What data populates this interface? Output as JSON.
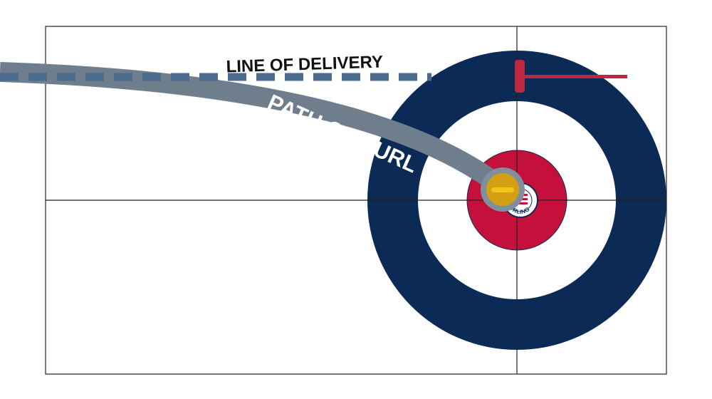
{
  "labels": {
    "line_of_delivery": "LINE OF DELIVERY",
    "path_of_curl": "PATH OF CURL",
    "logo_text": "CURLING"
  },
  "colors": {
    "rink_border": "#222222",
    "outer_ring": "#0b2a55",
    "middle_ring": "#ffffff",
    "button": "#c4103a",
    "curl_path": "#6f7e8c",
    "delivery_line": "#4b6b8e",
    "broom": "#c0283f",
    "stone_outer": "#7f8fa0",
    "stone_inner": "#d4a012",
    "stone_handle": "#f0c419"
  }
}
